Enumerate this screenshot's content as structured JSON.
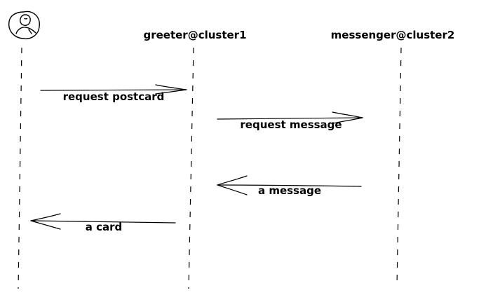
{
  "participants": {
    "user": {
      "icon": "user-icon"
    },
    "greeter": {
      "label": "greeter@cluster1"
    },
    "messenger": {
      "label": "messenger@cluster2"
    }
  },
  "messages": [
    {
      "from": "user",
      "to": "greeter",
      "label": "request postcard"
    },
    {
      "from": "greeter",
      "to": "messenger",
      "label": "request message"
    },
    {
      "from": "messenger",
      "to": "greeter",
      "label": "a message"
    },
    {
      "from": "greeter",
      "to": "user",
      "label": "a card"
    }
  ]
}
